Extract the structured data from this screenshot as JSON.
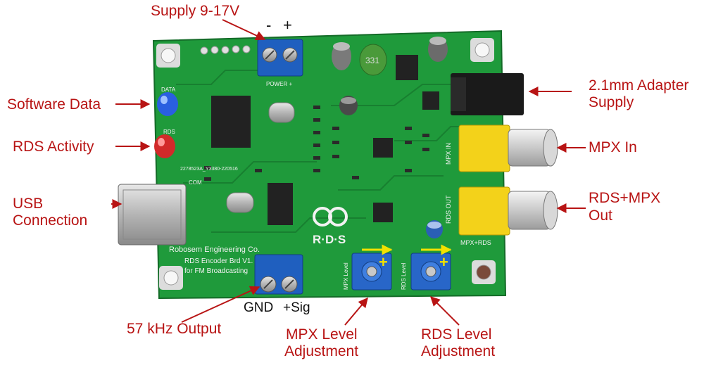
{
  "labels": {
    "supply": "Supply 9-17V",
    "minus": "-",
    "plus": "+",
    "software_data": "Software Data",
    "rds_activity": "RDS Activity",
    "usb_line1": "USB",
    "usb_line2": "Connection",
    "adapter_line1": "2.1mm Adapter",
    "adapter_line2": "Supply",
    "mpx_in": "MPX In",
    "rds_mpx_line1": "RDS+MPX",
    "rds_mpx_line2": "Out",
    "gnd": "GND",
    "sig": "+Sig",
    "khz_output": "57 kHz Output",
    "mpx_adj_line1": "MPX Level",
    "mpx_adj_line2": "Adjustment",
    "rds_adj_line1": "RDS Level",
    "rds_adj_line2": "Adjustment"
  },
  "board": {
    "maker": "Robosem Engineering Co.",
    "title": "RDS Encoder Brd V1.",
    "subtitle": "for FM Broadcasting",
    "serial": "2278523A_Y3380-220516",
    "logo_text": "R·D·S",
    "led_data": "DATA",
    "led_rds": "RDS",
    "mpx_in_silk": "MPX IN",
    "rds_out_silk": "RDS OUT",
    "mpx_rds_silk": "MPX+RDS",
    "com_silk": "COM",
    "power_silk": "POWER +",
    "pot_mpx_silk": "MPX Level",
    "pot_rds_silk": "RDS Level",
    "plus_mark": "+",
    "cap_331": "331"
  },
  "colors": {
    "annotation": "#b81414",
    "pcb_green": "#1f9a3b",
    "jack_yellow": "#f3d21a",
    "terminal_blue": "#1f5fbf",
    "arrow_yellow": "#f2e100"
  }
}
